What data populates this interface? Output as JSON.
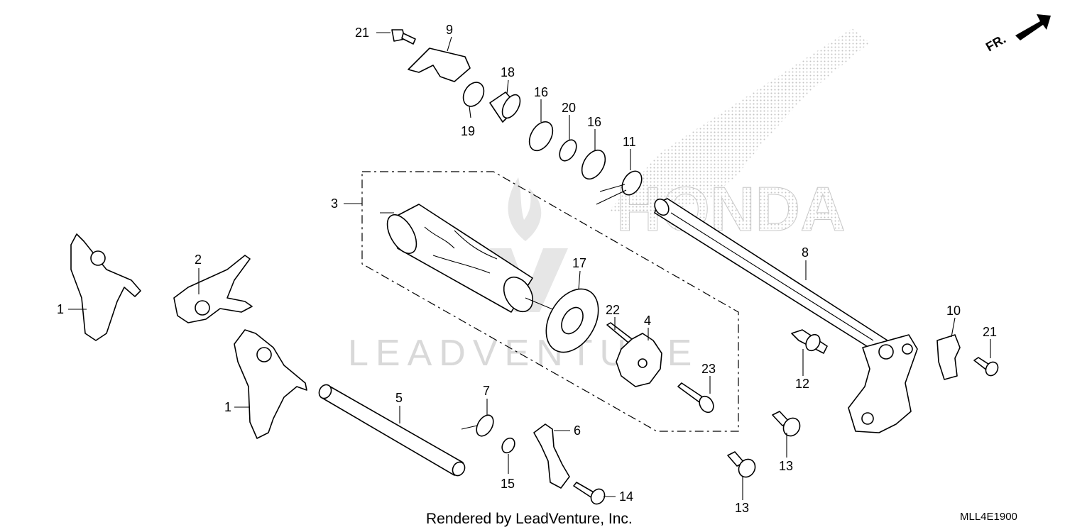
{
  "watermark": {
    "brand_text": "HONDA",
    "site_text": "LEADVENTURE"
  },
  "direction": {
    "label": "FR."
  },
  "footer": {
    "rendered_by": "Rendered by LeadVenture, Inc.",
    "diagram_code": "MLL4E1900"
  },
  "callouts": [
    {
      "id": "c21a",
      "label": "21"
    },
    {
      "id": "c9",
      "label": "9"
    },
    {
      "id": "c18",
      "label": "18"
    },
    {
      "id": "c19",
      "label": "19"
    },
    {
      "id": "c16a",
      "label": "16"
    },
    {
      "id": "c20",
      "label": "20"
    },
    {
      "id": "c16b",
      "label": "16"
    },
    {
      "id": "c11",
      "label": "11"
    },
    {
      "id": "c3",
      "label": "3"
    },
    {
      "id": "c2",
      "label": "2"
    },
    {
      "id": "c1a",
      "label": "1"
    },
    {
      "id": "c1b",
      "label": "1"
    },
    {
      "id": "c17",
      "label": "17"
    },
    {
      "id": "c22",
      "label": "22"
    },
    {
      "id": "c4",
      "label": "4"
    },
    {
      "id": "c23",
      "label": "23"
    },
    {
      "id": "c8",
      "label": "8"
    },
    {
      "id": "c10",
      "label": "10"
    },
    {
      "id": "c21b",
      "label": "21"
    },
    {
      "id": "c12",
      "label": "12"
    },
    {
      "id": "c13a",
      "label": "13"
    },
    {
      "id": "c13b",
      "label": "13"
    },
    {
      "id": "c5",
      "label": "5"
    },
    {
      "id": "c7",
      "label": "7"
    },
    {
      "id": "c15",
      "label": "15"
    },
    {
      "id": "c6",
      "label": "6"
    },
    {
      "id": "c14",
      "label": "14"
    }
  ]
}
